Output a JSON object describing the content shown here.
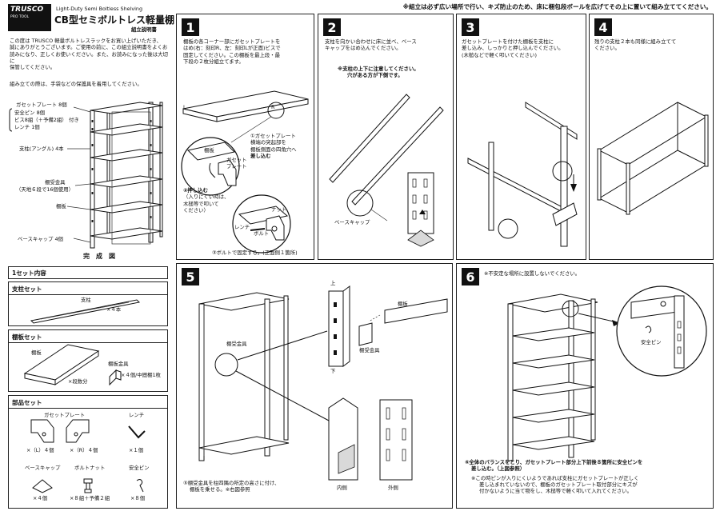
{
  "header": {
    "notice": "※組立は必ず広い場所で行い、キズ防止のため、床に梱包段ボールを広げてその上に置いて組み立ててください。"
  },
  "left": {
    "brand": "TRUSCO",
    "brand_sub": "PRO TOOL",
    "series_en": "Light-Duty Semi Boltless Shelving",
    "title": "CB型セミボルトレス軽量棚",
    "doc_type": "組立説明書",
    "intro": [
      "この度は TRUSCO 軽量ボルトレスラックをお買い上げいただき、",
      "誠にありがとうございます。ご使用の前に、この組立説明書をよくお",
      "読みになり、正しくお使いください。また、お読みになった後は大切に",
      "保管してください。"
    ],
    "gloves_note": "組み立ての際は、手袋などの保護具を着用してください。",
    "labels": {
      "gusset": "ガセットプレート 8個",
      "pins": "安全ピン 8個",
      "bolts": "ビス8組（＋予備2組）",
      "attached": "付き",
      "wrench": "レンチ 1個",
      "post": "支柱(アングル) 4本",
      "bracket": "棚受金具",
      "bracket_note": "（天地６段で16個使用）",
      "shelf": "棚板",
      "basecap": "ベースキャップ 4個",
      "complete": "完　成　図"
    },
    "set": {
      "title": "1セット内容",
      "posts_title": "支柱セット",
      "posts_label": "支柱",
      "posts_qty": "×４本",
      "shelf_title": "棚板セット",
      "shelf_label": "棚板",
      "shelf_qty": "×段数分",
      "bracket_label": "棚板金具",
      "bracket_qty": "×４個/中間棚1枚",
      "parts_title": "部品セット",
      "gusset_label": "ガセットプレート",
      "gusset_l": "×（L）４個",
      "gusset_r": "×（R）４個",
      "wrench_label": "レンチ",
      "wrench_qty": "×１個",
      "basecap_label": "ベースキャップ",
      "basecap_qty": "×４個",
      "boltnut_label": "ボルトナット",
      "boltnut_qty": "×８組＋予備２組",
      "pin_label": "安全ピン",
      "pin_qty": "×８個"
    }
  },
  "step1": {
    "num": "1",
    "text": [
      "棚板の各コーナー部にガセットプレートを",
      "はめ(右：刻印R、左：刻印Lが正面)ビスで",
      "固定してください。この棚板を最上段・最",
      "下段の２枚分組立てます。"
    ],
    "sub1_a": "①ガセットプレート",
    "sub1_b": "横端の突起部を",
    "sub1_c": "棚板側面の四角穴へ",
    "sub1_d": "差し込む",
    "sub2_a": "②押し込む",
    "sub2_b": "（入りにくい時は、",
    "sub2_c": "木槌等で叩いて",
    "sub2_d": "ください）",
    "sub3": "③ボルトで固定する。(正面側１箇所)",
    "lbl_shelf": "棚板",
    "lbl_gusset": "ガセット",
    "lbl_plate": "プレート",
    "lbl_nut": "ナット",
    "lbl_wrench": "レンチ",
    "lbl_bolt": "ボルト",
    "lbl_R": "R",
    "lbl_L": "L"
  },
  "step2": {
    "num": "2",
    "text": [
      "支柱を向かい合わせに床に並べ、ベース",
      "キャップをはめ込んでください。"
    ],
    "note1": "※支柱の上下に注意してください。",
    "note2": "穴がある方が下側です。",
    "lbl_basecap": "ベースキャップ"
  },
  "step3": {
    "num": "3",
    "text": [
      "ガセットプレートを付けた棚板を支柱に",
      "差し込み、しっかりと押し込んでください。",
      "(木槌などで軽く叩いてください)"
    ]
  },
  "step4": {
    "num": "4",
    "text": [
      "残りの支柱２本も同様に組み立てて",
      "ください。"
    ]
  },
  "step5": {
    "num": "5",
    "lbl_bracket": "棚受金具",
    "lbl_top": "上",
    "lbl_bottom": "下",
    "lbl_shelf": "棚板",
    "lbl_bracket2": "棚受金具",
    "lbl_inside": "内側",
    "lbl_outside": "外側",
    "text1": "⑤棚受金具を柱四隅の所定の高さに付け、",
    "text2": "棚板を乗せる。※右図参照"
  },
  "step6": {
    "num": "6",
    "note": "※不安定な場所に設置しないでください。",
    "lbl_pin": "安全ピン",
    "text1": "⑥全体のバランスをとり、ガセットプレート部分上下前後８箇所に安全ピンを",
    "text2": "差し込む。（上図参照）",
    "text3": "※この時ピンが入りにくいようであれば支柱にガセットプレートが正しく",
    "text4": "差し込まれていないので、棚板のガセットプレート取付部分にキズが",
    "text5": "付かないように当て物をし、木槌等で軽く叩いて入れてください。"
  }
}
